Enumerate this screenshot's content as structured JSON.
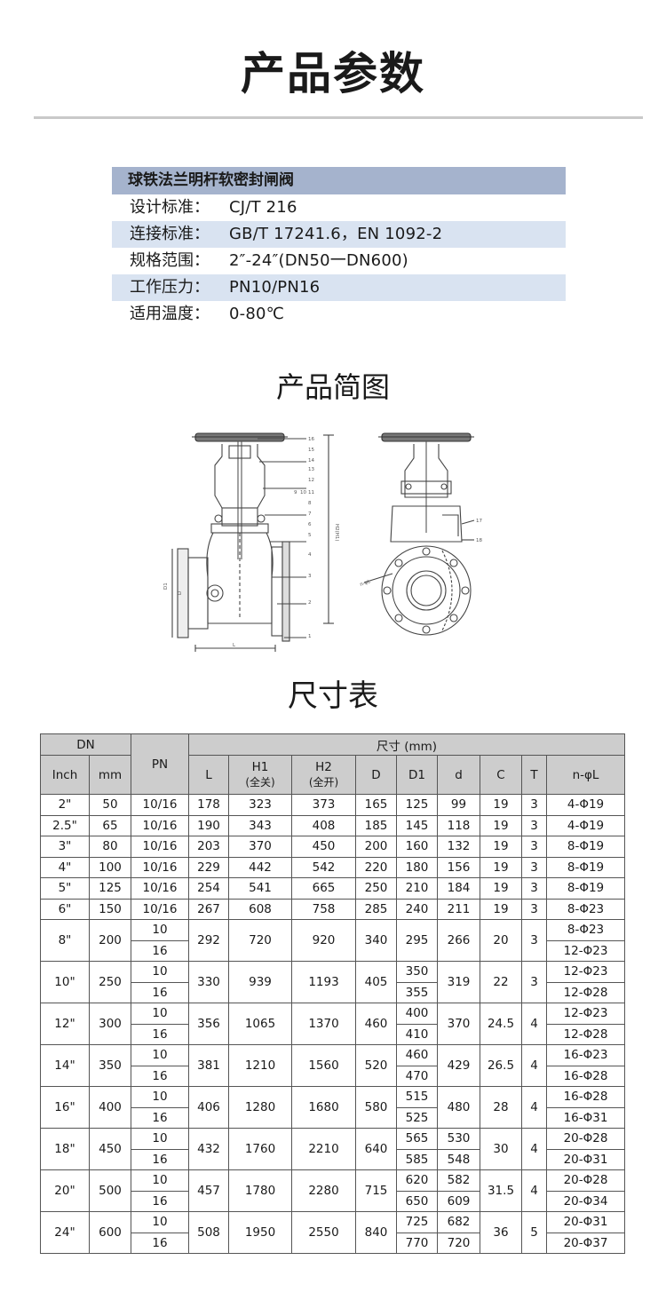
{
  "title": "产品参数",
  "spec": {
    "product_name": "球铁法兰明杆软密封闸阀",
    "rows": [
      {
        "label": "设计标准：",
        "value": "CJ/T 216"
      },
      {
        "label": "连接标准：",
        "value": "GB/T 17241.6，EN 1092-2"
      },
      {
        "label": "规格范围：",
        "value": "2″-24″(DN50一DN600)"
      },
      {
        "label": "工作压力：",
        "value": "PN10/PN16"
      },
      {
        "label": "适用温度：",
        "value": "0-80℃"
      }
    ]
  },
  "diagram_title": "产品简图",
  "diagram": {
    "part_numbers_left": [
      "16",
      "15",
      "14",
      "13",
      "12",
      "9",
      "10",
      "11",
      "8",
      "7",
      "6",
      "5",
      "4",
      "3",
      "2",
      "1"
    ],
    "part_numbers_right": [
      "17",
      "18"
    ],
    "dim_labels": [
      "D1",
      "D",
      "L",
      "H2(H1)",
      "n-φL"
    ]
  },
  "table_title": "尺寸表",
  "table": {
    "h_dn": "DN",
    "h_pn": "PN",
    "h_size": "尺寸 (mm)",
    "h_inch": "Inch",
    "h_mm": "mm",
    "h_L": "L",
    "h_H1": "H1",
    "h_H1_sub": "(全关)",
    "h_H2": "H2",
    "h_H2_sub": "(全开)",
    "h_D": "D",
    "h_D1": "D1",
    "h_d": "d",
    "h_C": "C",
    "h_T": "T",
    "h_npl": "n-φL",
    "rows": [
      {
        "inch": "2\"",
        "mm": "50",
        "pn": [
          "10/16"
        ],
        "L": "178",
        "H1": "323",
        "H2": "373",
        "D": "165",
        "D1": [
          "125"
        ],
        "d": [
          "99"
        ],
        "C": "19",
        "T": "3",
        "n": [
          "4-Φ19"
        ]
      },
      {
        "inch": "2.5\"",
        "mm": "65",
        "pn": [
          "10/16"
        ],
        "L": "190",
        "H1": "343",
        "H2": "408",
        "D": "185",
        "D1": [
          "145"
        ],
        "d": [
          "118"
        ],
        "C": "19",
        "T": "3",
        "n": [
          "4-Φ19"
        ]
      },
      {
        "inch": "3\"",
        "mm": "80",
        "pn": [
          "10/16"
        ],
        "L": "203",
        "H1": "370",
        "H2": "450",
        "D": "200",
        "D1": [
          "160"
        ],
        "d": [
          "132"
        ],
        "C": "19",
        "T": "3",
        "n": [
          "8-Φ19"
        ]
      },
      {
        "inch": "4\"",
        "mm": "100",
        "pn": [
          "10/16"
        ],
        "L": "229",
        "H1": "442",
        "H2": "542",
        "D": "220",
        "D1": [
          "180"
        ],
        "d": [
          "156"
        ],
        "C": "19",
        "T": "3",
        "n": [
          "8-Φ19"
        ]
      },
      {
        "inch": "5\"",
        "mm": "125",
        "pn": [
          "10/16"
        ],
        "L": "254",
        "H1": "541",
        "H2": "665",
        "D": "250",
        "D1": [
          "210"
        ],
        "d": [
          "184"
        ],
        "C": "19",
        "T": "3",
        "n": [
          "8-Φ19"
        ]
      },
      {
        "inch": "6\"",
        "mm": "150",
        "pn": [
          "10/16"
        ],
        "L": "267",
        "H1": "608",
        "H2": "758",
        "D": "285",
        "D1": [
          "240"
        ],
        "d": [
          "211"
        ],
        "C": "19",
        "T": "3",
        "n": [
          "8-Φ23"
        ]
      },
      {
        "inch": "8\"",
        "mm": "200",
        "pn": [
          "10",
          "16"
        ],
        "L": "292",
        "H1": "720",
        "H2": "920",
        "D": "340",
        "D1": [
          "295"
        ],
        "d": [
          "266"
        ],
        "C": "20",
        "T": "3",
        "n": [
          "8-Φ23",
          "12-Φ23"
        ]
      },
      {
        "inch": "10\"",
        "mm": "250",
        "pn": [
          "10",
          "16"
        ],
        "L": "330",
        "H1": "939",
        "H2": "1193",
        "D": "405",
        "D1": [
          "350",
          "355"
        ],
        "d": [
          "319"
        ],
        "C": "22",
        "T": "3",
        "n": [
          "12-Φ23",
          "12-Φ28"
        ]
      },
      {
        "inch": "12\"",
        "mm": "300",
        "pn": [
          "10",
          "16"
        ],
        "L": "356",
        "H1": "1065",
        "H2": "1370",
        "D": "460",
        "D1": [
          "400",
          "410"
        ],
        "d": [
          "370"
        ],
        "C": "24.5",
        "T": "4",
        "n": [
          "12-Φ23",
          "12-Φ28"
        ]
      },
      {
        "inch": "14\"",
        "mm": "350",
        "pn": [
          "10",
          "16"
        ],
        "L": "381",
        "H1": "1210",
        "H2": "1560",
        "D": "520",
        "D1": [
          "460",
          "470"
        ],
        "d": [
          "429"
        ],
        "C": "26.5",
        "T": "4",
        "n": [
          "16-Φ23",
          "16-Φ28"
        ]
      },
      {
        "inch": "16\"",
        "mm": "400",
        "pn": [
          "10",
          "16"
        ],
        "L": "406",
        "H1": "1280",
        "H2": "1680",
        "D": "580",
        "D1": [
          "515",
          "525"
        ],
        "d": [
          "480"
        ],
        "C": "28",
        "T": "4",
        "n": [
          "16-Φ28",
          "16-Φ31"
        ]
      },
      {
        "inch": "18\"",
        "mm": "450",
        "pn": [
          "10",
          "16"
        ],
        "L": "432",
        "H1": "1760",
        "H2": "2210",
        "D": "640",
        "D1": [
          "565",
          "585"
        ],
        "d": [
          "530",
          "548"
        ],
        "C": "30",
        "T": "4",
        "n": [
          "20-Φ28",
          "20-Φ31"
        ]
      },
      {
        "inch": "20\"",
        "mm": "500",
        "pn": [
          "10",
          "16"
        ],
        "L": "457",
        "H1": "1780",
        "H2": "2280",
        "D": "715",
        "D1": [
          "620",
          "650"
        ],
        "d": [
          "582",
          "609"
        ],
        "C": "31.5",
        "T": "4",
        "n": [
          "20-Φ28",
          "20-Φ34"
        ]
      },
      {
        "inch": "24\"",
        "mm": "600",
        "pn": [
          "10",
          "16"
        ],
        "L": "508",
        "H1": "1950",
        "H2": "2550",
        "D": "840",
        "D1": [
          "725",
          "770"
        ],
        "d": [
          "682",
          "720"
        ],
        "C": "36",
        "T": "5",
        "n": [
          "20-Φ31",
          "20-Φ37"
        ]
      }
    ]
  },
  "colors": {
    "spec_header": "#a5b3cd",
    "spec_shade": "#d9e3f1",
    "table_header": "#cdcdcd",
    "rule": "#c9c9c9"
  }
}
